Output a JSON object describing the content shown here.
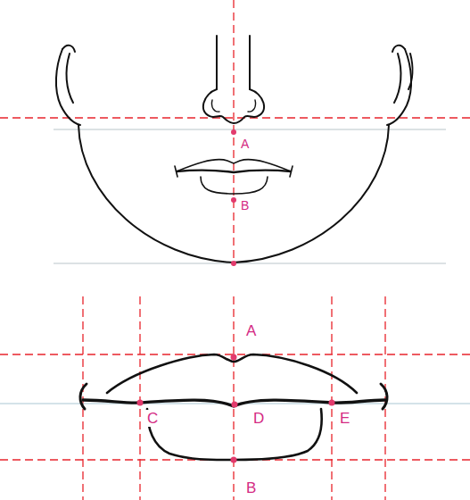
{
  "diagram": {
    "labels": [
      "A",
      "B",
      "A",
      "C",
      "D",
      "E",
      "B"
    ]
  }
}
